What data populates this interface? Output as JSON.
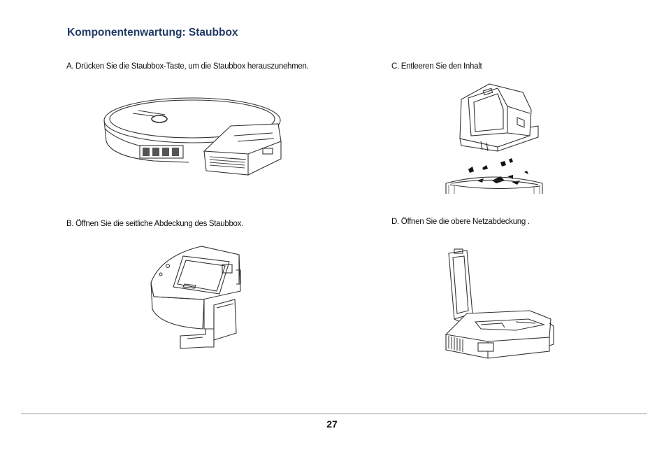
{
  "page": {
    "title": "Komponentenwartung: Staubbox",
    "page_number": "27"
  },
  "steps": {
    "a": "A. Drücken Sie die Staubbox-Taste, um die Staubbox herauszunehmen.",
    "b": "B. Öffnen Sie die seitliche Abdeckung des Staubbox.",
    "c": "C. Entleeren Sie den Inhalt",
    "d": "D. Öffnen Sie die obere Netzabdeckung ."
  }
}
